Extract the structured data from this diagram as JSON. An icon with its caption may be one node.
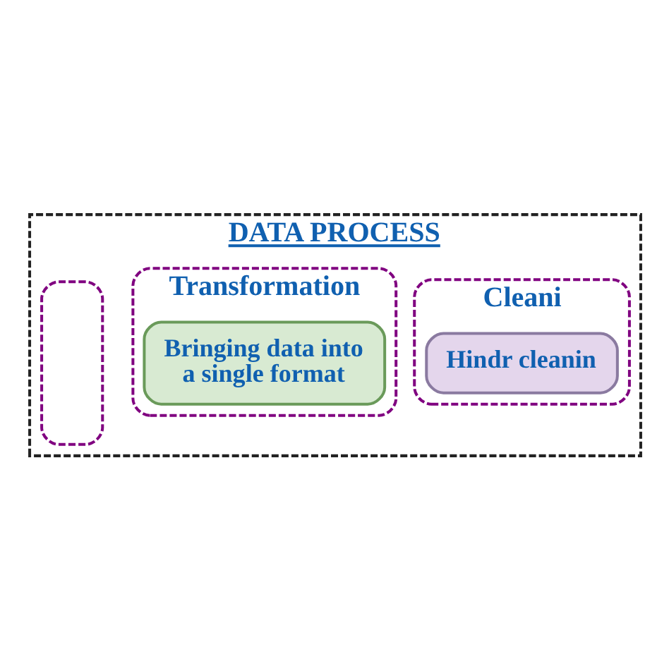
{
  "diagram": {
    "nodes": [
      {
        "text": [
          "DATA PROCESS"
        ]
      },
      {
        "text": [],
        "shape": "box",
        "in": 0
      },
      {
        "text": [
          "Transformation"
        ],
        "in": 0
      },
      {
        "text": [
          "Bringing data into a single format"
        ],
        "in": 2
      },
      {
        "text": [
          "Cleani"
        ],
        "in": 0
      },
      {
        "text": [
          "Hindr cleanin"
        ],
        "in": 4
      }
    ],
    "edges": []
  }
}
